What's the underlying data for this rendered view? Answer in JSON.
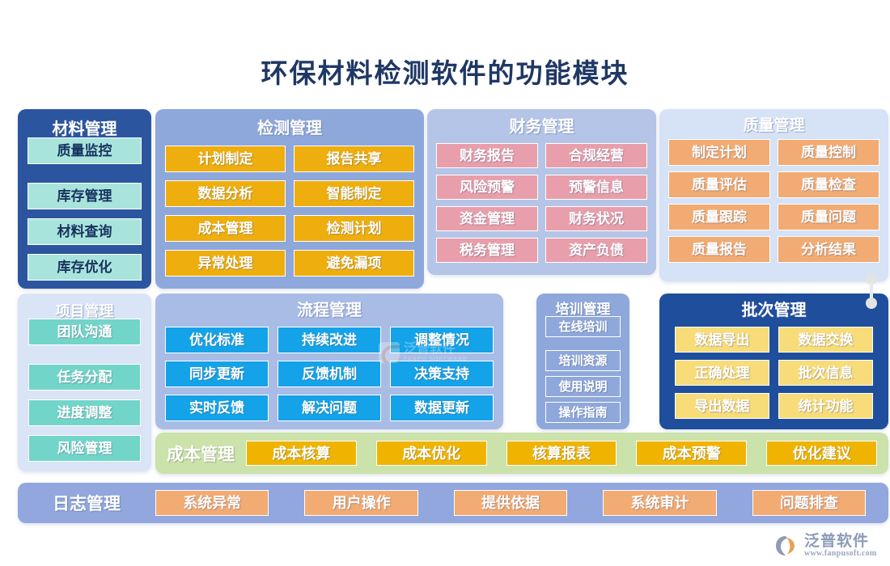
{
  "page": {
    "title": "环保材料检测软件的功能模块",
    "background": "#ffffff",
    "title_color": "#1f3864"
  },
  "panels": {
    "material": {
      "title": "材料管理",
      "panel_color": "#2c55a0",
      "chip_color": "#a9e4dc",
      "items": [
        "库存管理",
        "材料查询",
        "库存优化",
        "质量监控"
      ]
    },
    "inspection": {
      "title": "检测管理",
      "panel_color": "#8fa8db",
      "chip_color": "#eeae0d",
      "items": [
        "计划制定",
        "报告共享",
        "数据分析",
        "智能制定",
        "成本管理",
        "检测计划",
        "异常处理",
        "避免漏项"
      ]
    },
    "finance": {
      "title": "财务管理",
      "panel_color": "#b5c5e8",
      "chip_color": "#e89fab",
      "items": [
        "财务报告",
        "合规经营",
        "风险预警",
        "预警信息",
        "资金管理",
        "财务状况",
        "税务管理",
        "资产负债"
      ]
    },
    "quality": {
      "title": "质量管理",
      "panel_color": "#d6e2f5",
      "chip_color": "#f2ab72",
      "items": [
        "制定计划",
        "质量控制",
        "质量评估",
        "质量检查",
        "质量跟踪",
        "质量问题",
        "质量报告",
        "分析结果"
      ]
    },
    "project": {
      "title": "项目管理",
      "panel_color": "#d9e4f6",
      "chip_color": "#72d5c9",
      "items": [
        "任务分配",
        "进度调整",
        "风险管理",
        "团队沟通"
      ]
    },
    "process": {
      "title": "流程管理",
      "panel_color": "#a8bce5",
      "chip_color": "#14a3e8",
      "items": [
        "优化标准",
        "持续改进",
        "调整情况",
        "同步更新",
        "反馈机制",
        "决策支持",
        "实时反馈",
        "解决问题",
        "数据更新"
      ]
    },
    "training": {
      "title": "培训管理",
      "panel_color": "#8fa8db",
      "chip_color": "transparent",
      "items": [
        "培训资源",
        "使用说明",
        "操作指南",
        "在线培训"
      ]
    },
    "batch": {
      "title": "批次管理",
      "panel_color": "#1f4e9c",
      "chip_color": "#f8dc7a",
      "items": [
        "数据导出",
        "数据交换",
        "正确处理",
        "批次信息",
        "导出数据",
        "统计功能"
      ]
    },
    "cost": {
      "title": "成本管理",
      "panel_color": "#cbe2ab",
      "chip_color": "#f0b400",
      "items": [
        "成本核算",
        "成本优化",
        "核算报表",
        "成本预警",
        "优化建议"
      ]
    },
    "log": {
      "title": "日志管理",
      "panel_color": "#91a7dd",
      "chip_color": "#f2ab72",
      "items": [
        "系统异常",
        "用户操作",
        "提供依据",
        "系统审计",
        "问题排查"
      ]
    }
  },
  "watermark": {
    "brand_cn": "泛普软件",
    "brand_en": "FANPU SOFTWARE"
  },
  "logo": {
    "brand_cn": "泛普软件",
    "url": "www.fanpusoft.com",
    "mark_color": "#e8a15c",
    "text_color": "#8e9bb8"
  }
}
